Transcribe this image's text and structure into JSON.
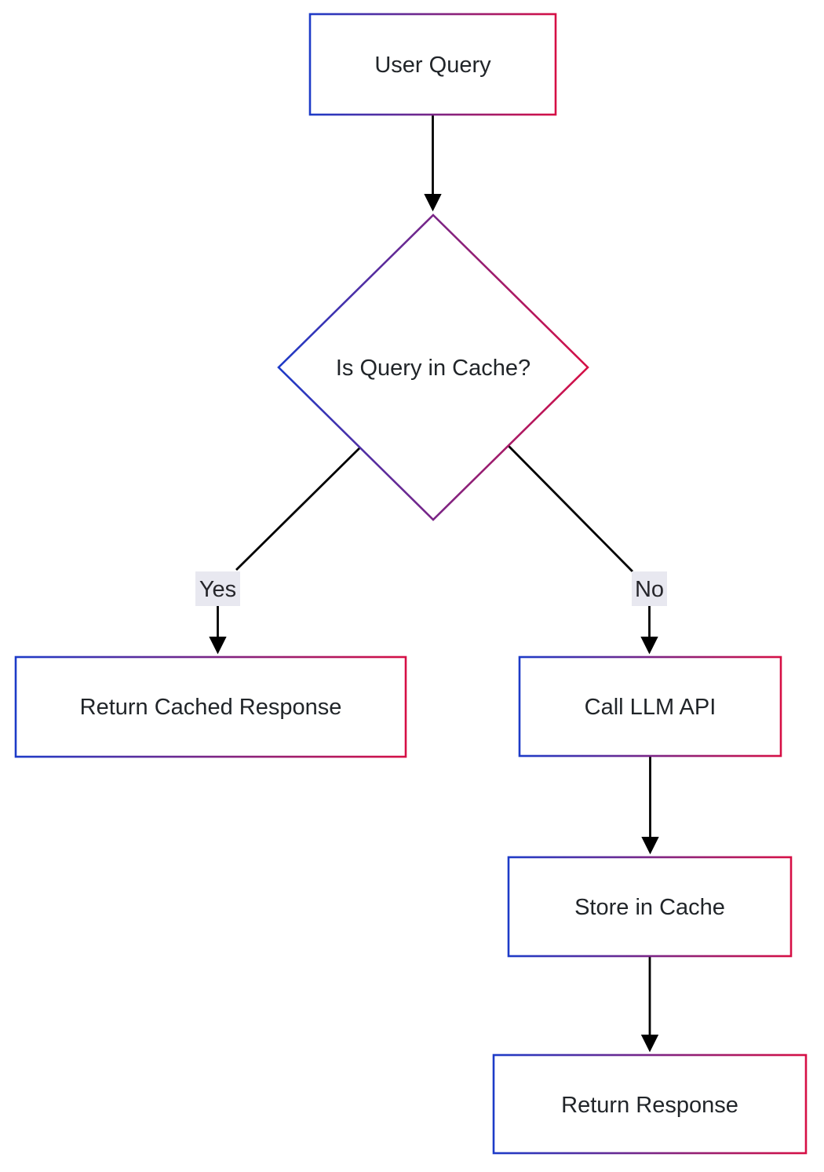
{
  "diagram": {
    "type": "flowchart",
    "direction": "top-down",
    "nodes": [
      {
        "id": "user-query",
        "label": "User Query",
        "shape": "rect"
      },
      {
        "id": "cache-check",
        "label": "Is Query in Cache?",
        "shape": "diamond"
      },
      {
        "id": "return-cached",
        "label": "Return Cached Response",
        "shape": "rect"
      },
      {
        "id": "call-llm-api",
        "label": "Call LLM API",
        "shape": "rect"
      },
      {
        "id": "store-in-cache",
        "label": "Store in Cache",
        "shape": "rect"
      },
      {
        "id": "return-response",
        "label": "Return Response",
        "shape": "rect"
      }
    ],
    "edges": [
      {
        "from": "user-query",
        "to": "cache-check",
        "label": ""
      },
      {
        "from": "cache-check",
        "to": "return-cached",
        "label": "Yes"
      },
      {
        "from": "cache-check",
        "to": "call-llm-api",
        "label": "No"
      },
      {
        "from": "call-llm-api",
        "to": "store-in-cache",
        "label": ""
      },
      {
        "from": "store-in-cache",
        "to": "return-response",
        "label": ""
      }
    ],
    "colors": {
      "gradient_start": "#1d3bc8",
      "gradient_end": "#d60f45",
      "edge": "#000000",
      "text": "#212529",
      "label_bg": "#e8e8f0",
      "node_fill": "#ffffff",
      "background": "#ffffff"
    }
  }
}
